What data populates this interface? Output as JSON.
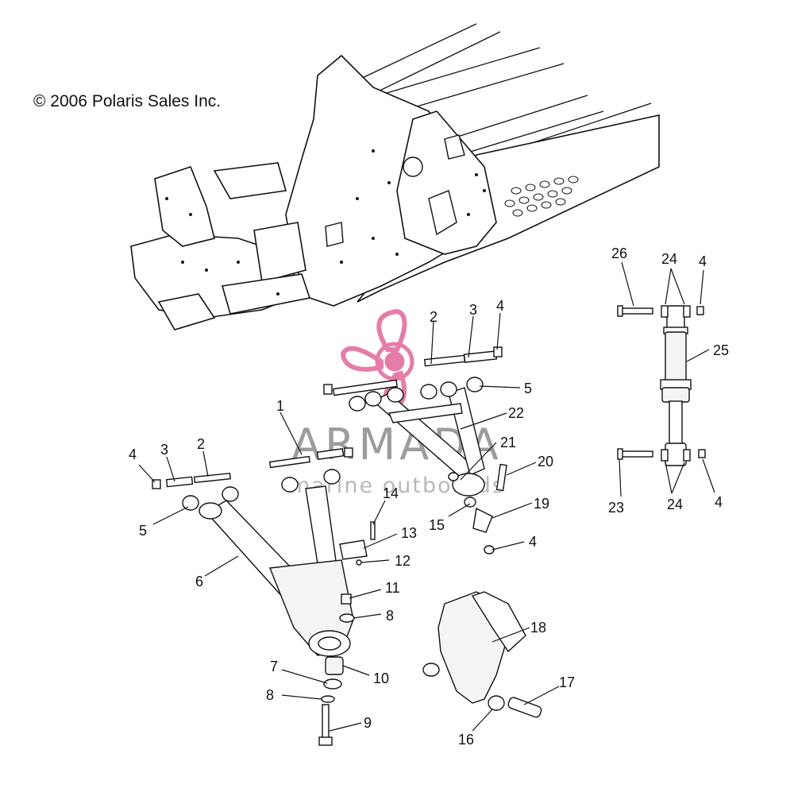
{
  "copyright": "© 2006 Polaris Sales Inc.",
  "watermark": {
    "title": "ARMADA",
    "subtitle": "marine outboards",
    "color": "#e2679b",
    "logo_icon": "propeller-icon"
  },
  "callouts": {
    "c26": "26",
    "c24a": "24",
    "c4a": "4",
    "c25": "25",
    "c23": "23",
    "c24b": "24",
    "c4b": "4",
    "c2a": "2",
    "c3a": "3",
    "c4c": "4",
    "c5a": "5",
    "c22": "22",
    "c1": "1",
    "c21": "21",
    "c20": "20",
    "c19": "19",
    "c15": "15",
    "c4d": "4",
    "c3b": "3",
    "c2b": "2",
    "c4e": "4",
    "c5b": "5",
    "c14": "14",
    "c13": "13",
    "c12": "12",
    "c6": "6",
    "c11": "11",
    "c8a": "8",
    "c7": "7",
    "c10": "10",
    "c8b": "8",
    "c9": "9",
    "c18": "18",
    "c17": "17",
    "c16": "16"
  }
}
